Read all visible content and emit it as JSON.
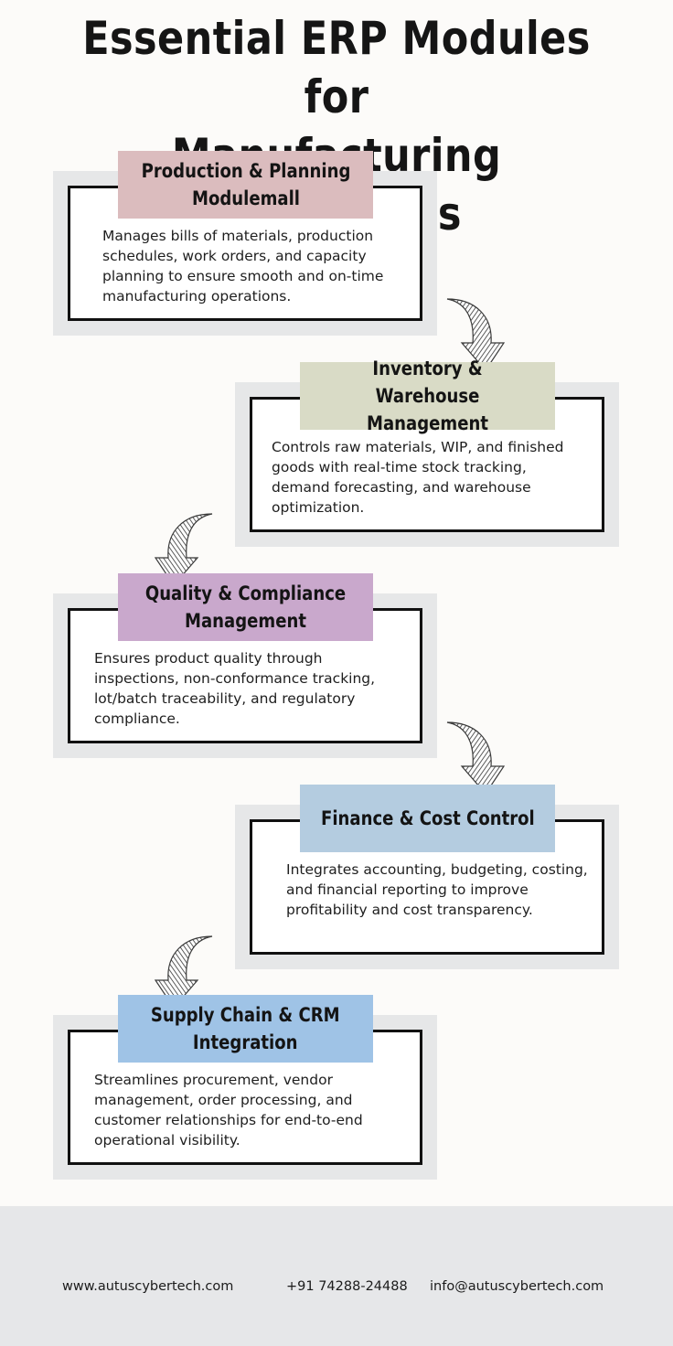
{
  "title": {
    "line1": "Essential ERP Modules for",
    "line2": "Manufacturing Businesses"
  },
  "modules": [
    {
      "title_line1": "Production & Planning",
      "title_line2": "Modulemall",
      "description": "Manages bills of materials, production schedules, work orders, and capacity planning to ensure smooth and on-time manufacturing operations.",
      "header_color": "#dbbcbe"
    },
    {
      "title_line1": "Inventory & Warehouse",
      "title_line2": "Management",
      "description": "Controls raw materials, WIP, and finished goods with real-time stock tracking, demand forecasting, and warehouse optimization.",
      "header_color": "#d9dbc6"
    },
    {
      "title_line1": "Quality & Compliance",
      "title_line2": "Management",
      "description": "Ensures product quality through inspections, non-conformance tracking, lot/batch traceability, and regulatory compliance.",
      "header_color": "#c9a8cc"
    },
    {
      "title_line1": "Finance & Cost Control",
      "title_line2": "",
      "description": "Integrates accounting, budgeting, costing, and financial reporting to improve profitability and cost transparency.",
      "header_color": "#b4cce0"
    },
    {
      "title_line1": "Supply Chain & CRM",
      "title_line2": "Integration",
      "description": "Streamlines procurement, vendor management, order processing, and customer relationships for end-to-end operational visibility.",
      "header_color": "#9fc3e6"
    }
  ],
  "footer": {
    "website": "www.autuscybertech.com",
    "phone": "+91 74288-24488",
    "email": "info@autuscybertech.com"
  },
  "icons": {
    "arrow": "curved-arrow-icon"
  }
}
